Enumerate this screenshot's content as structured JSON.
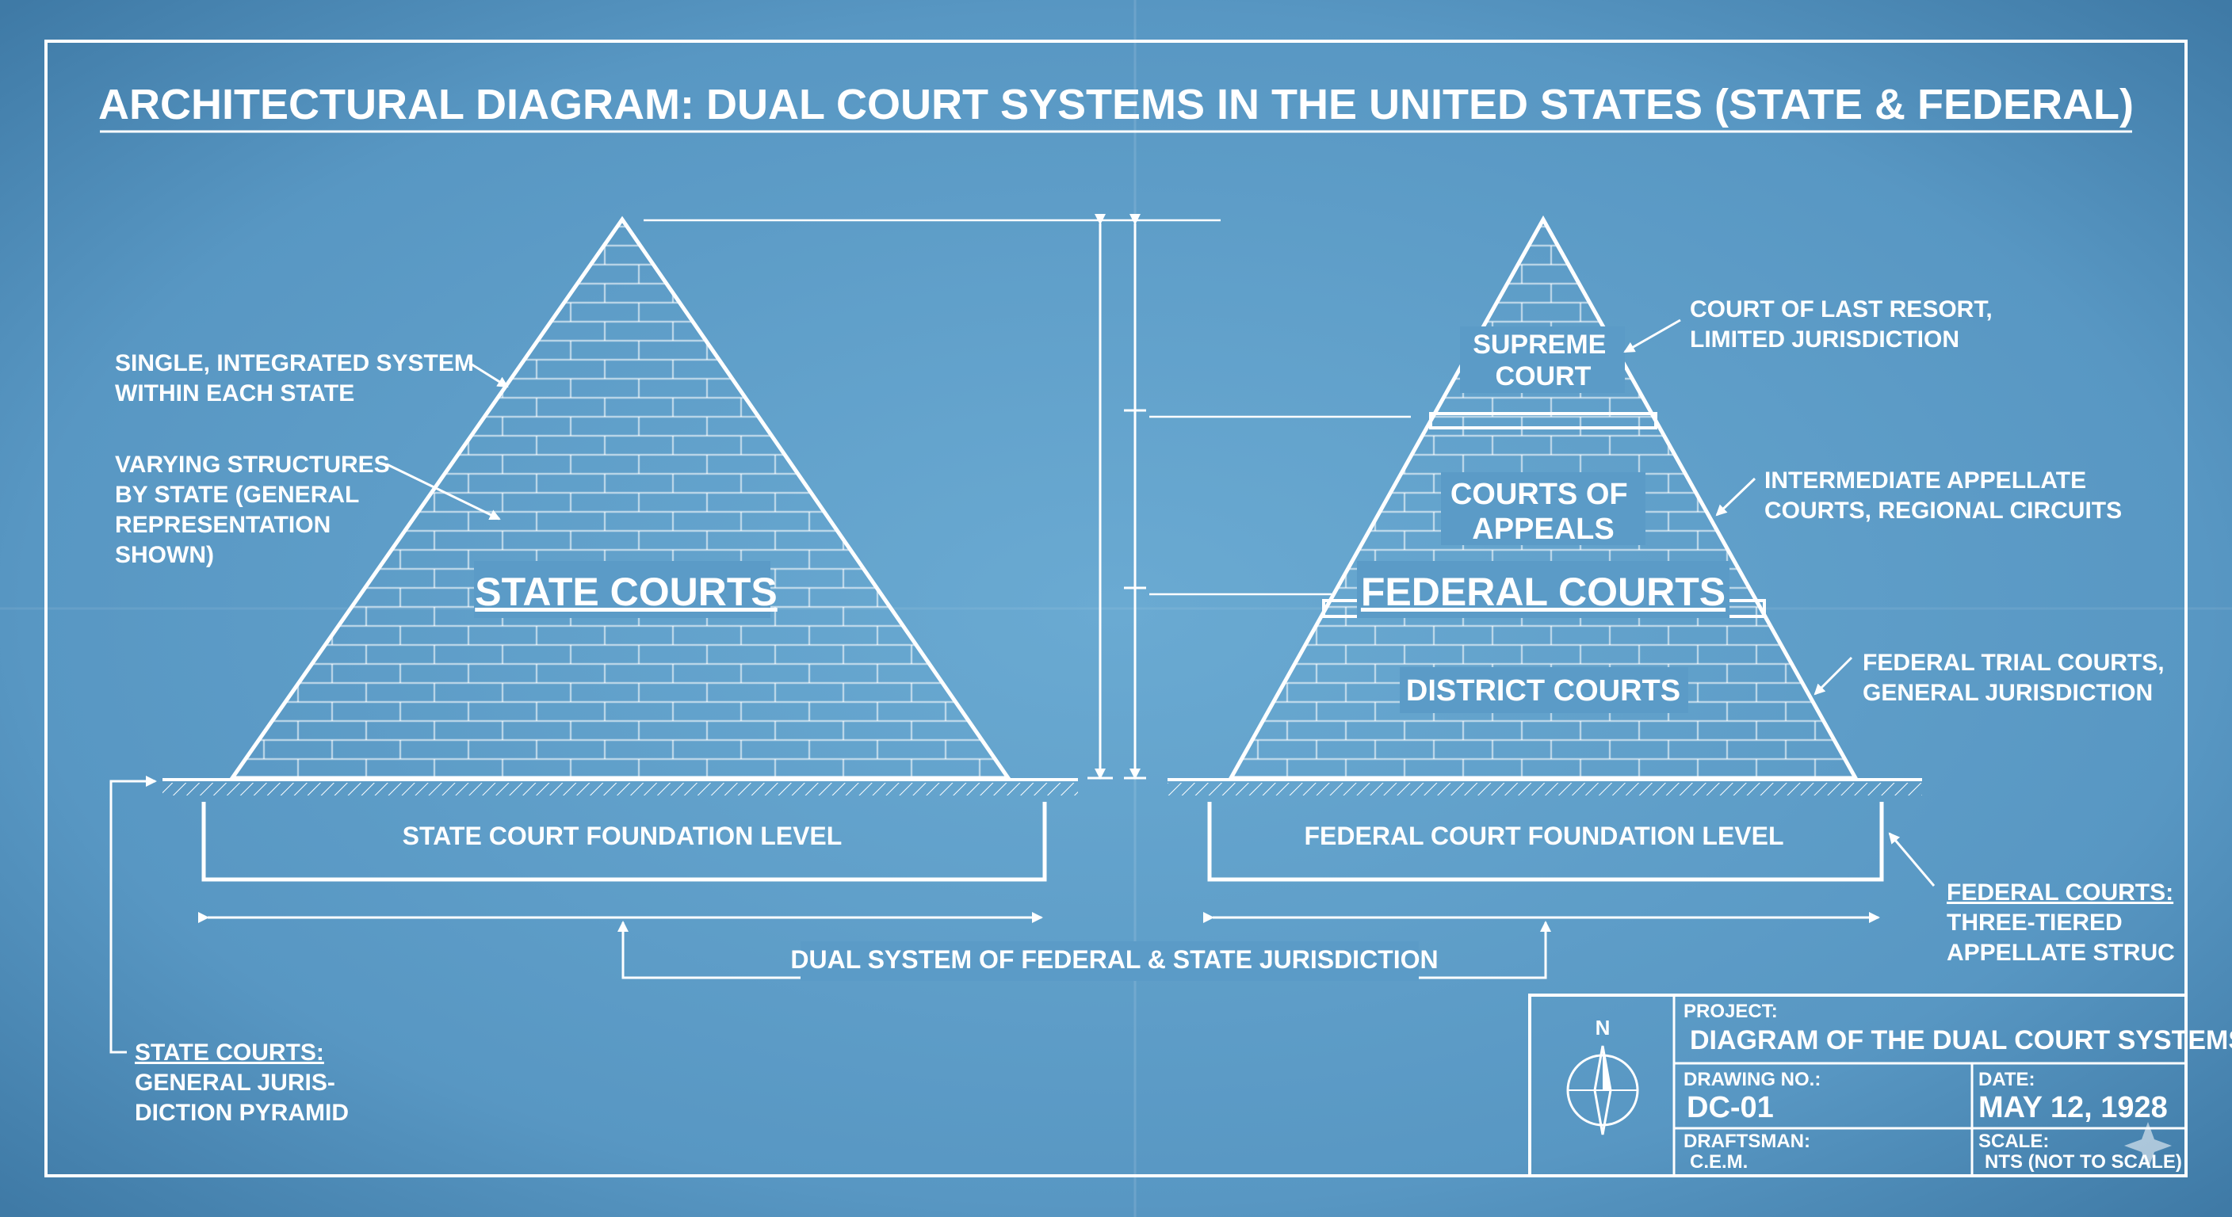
{
  "title": "ARCHITECTURAL DIAGRAM: DUAL COURT SYSTEMS IN THE UNITED STATES (STATE & FEDERAL)",
  "state_pyramid": {
    "label": "STATE COURTS",
    "foundation": "STATE COURT FOUNDATION LEVEL",
    "notes": {
      "integrated": [
        "SINGLE, INTEGRATED SYSTEM",
        "WITHIN EACH STATE"
      ],
      "varying": [
        "VARYING STRUCTURES",
        "BY STATE (GENERAL",
        "REPRESENTATION",
        "SHOWN)"
      ],
      "general_heading": "STATE COURTS:",
      "general": [
        "GENERAL JURIS-",
        "DICTION PYRAMID"
      ]
    }
  },
  "federal_pyramid": {
    "label": "FEDERAL COURTS",
    "foundation": "FEDERAL COURT FOUNDATION LEVEL",
    "tiers": {
      "supreme": [
        "SUPREME",
        "COURT"
      ],
      "appeals": [
        "COURTS OF",
        "APPEALS"
      ],
      "district": "DISTRICT COURTS"
    },
    "notes": {
      "supreme": [
        "COURT OF LAST RESORT,",
        "LIMITED JURISDICTION"
      ],
      "appeals": [
        "INTERMEDIATE APPELLATE",
        "COURTS, REGIONAL CIRCUITS"
      ],
      "district": [
        "FEDERAL TRIAL COURTS,",
        "GENERAL JURISDICTION"
      ],
      "tiered_heading": "FEDERAL COURTS:",
      "tiered": [
        "THREE-TIERED",
        "APPELLATE STRUC"
      ]
    }
  },
  "dual_label": "DUAL SYSTEM OF FEDERAL & STATE JURISDICTION",
  "compass_label": "N",
  "title_block": {
    "project_label": "PROJECT:",
    "project": "DIAGRAM OF THE DUAL COURT SYSTEMS",
    "drawing_label": "DRAWING NO.:",
    "drawing": "DC-01",
    "date_label": "DATE:",
    "date": "MAY 12, 1928",
    "draftsman_label": "DRAFTSMAN:",
    "draftsman": "C.E.M.",
    "scale_label": "SCALE:",
    "scale": "NTS (NOT TO SCALE)"
  },
  "colors": {
    "paper": "#5b9bc7",
    "ink": "#ffffff"
  }
}
